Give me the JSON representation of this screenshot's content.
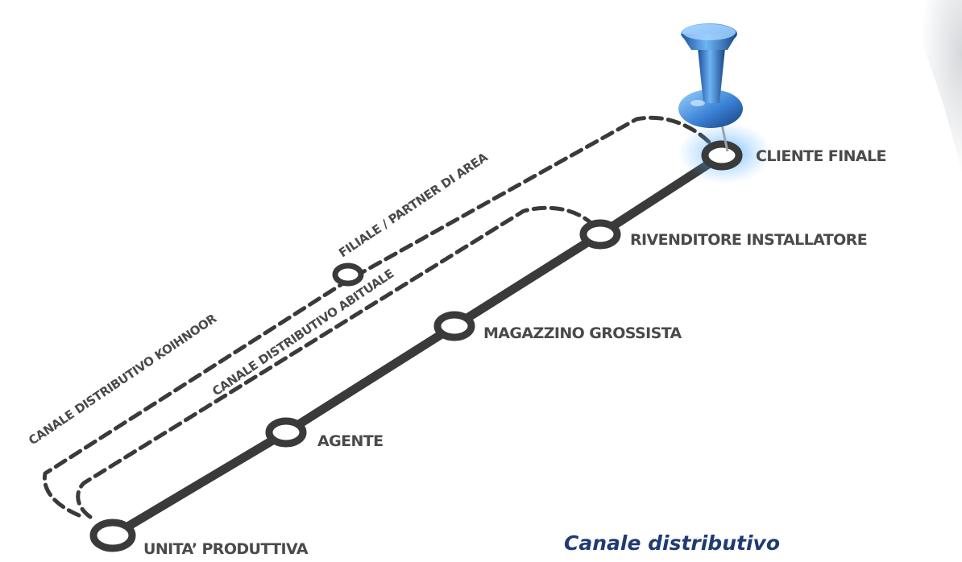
{
  "diagram": {
    "stations": [
      {
        "id": "unita",
        "label": "UNITA’ PRODUTTIVA"
      },
      {
        "id": "agente",
        "label": "AGENTE"
      },
      {
        "id": "magazzino",
        "label": "MAGAZZINO GROSSISTA"
      },
      {
        "id": "rivenditore",
        "label": "RIVENDITORE INSTALLATORE"
      },
      {
        "id": "cliente",
        "label": "CLIENTE FINALE"
      },
      {
        "id": "filiale",
        "label": ""
      }
    ],
    "routes": {
      "koihnoor": "CANALE DISTRIBUTIVO KOIHNOOR",
      "filiale_partner": "FILIALE / PARTNER DI AREA",
      "abituale": "CANALE DISTRIBUTIVO ABITUALE"
    },
    "caption": "Canale distributivo",
    "colors": {
      "line": "#3a3a3a",
      "text": "#4a4a4a",
      "caption": "#1f3b73",
      "pin": "#3b82d6"
    }
  }
}
